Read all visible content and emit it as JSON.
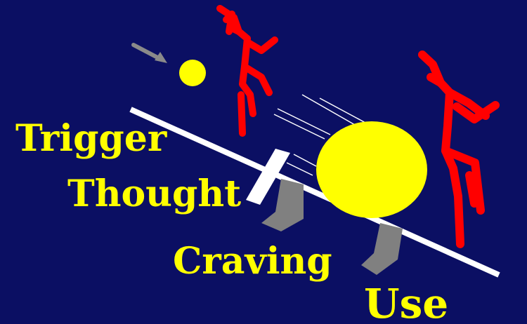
{
  "labels": {
    "trigger": "Trigger",
    "thought": "Thought",
    "craving": "Craving",
    "use": "Use"
  },
  "colors": {
    "background": "#0b0f63",
    "text": "#ffff00",
    "ball": "#ffff00",
    "figures": "#ff0000",
    "ramp": "#ffffff",
    "stoppers": "#808080"
  },
  "icons": [
    "arrow-icon",
    "small-ball-icon",
    "large-ball-icon",
    "running-figure-icon",
    "ramp-icon",
    "gate-icon",
    "stopper-icon"
  ]
}
